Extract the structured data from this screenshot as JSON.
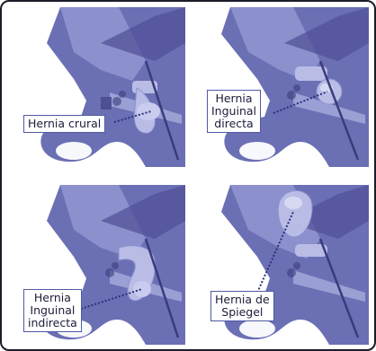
{
  "panels": [
    {
      "id": "crural",
      "label": "Hernia crural"
    },
    {
      "id": "directa",
      "label_lines": [
        "Hernia",
        "Inguinal",
        "directa"
      ]
    },
    {
      "id": "indirecta",
      "label_lines": [
        "Hernia",
        "Inguinal",
        "indirecta"
      ]
    },
    {
      "id": "spiegel",
      "label_lines": [
        "Hernia de",
        "Spiegel"
      ]
    }
  ],
  "colors": {
    "pelvis": "#6b6fb4",
    "pelvis_dark": "#4e4f95",
    "pelvis_light": "#9aa0d4",
    "hernia": "#b9bde6",
    "leader": "#2a2f7a",
    "border": "#1c1c2a"
  }
}
